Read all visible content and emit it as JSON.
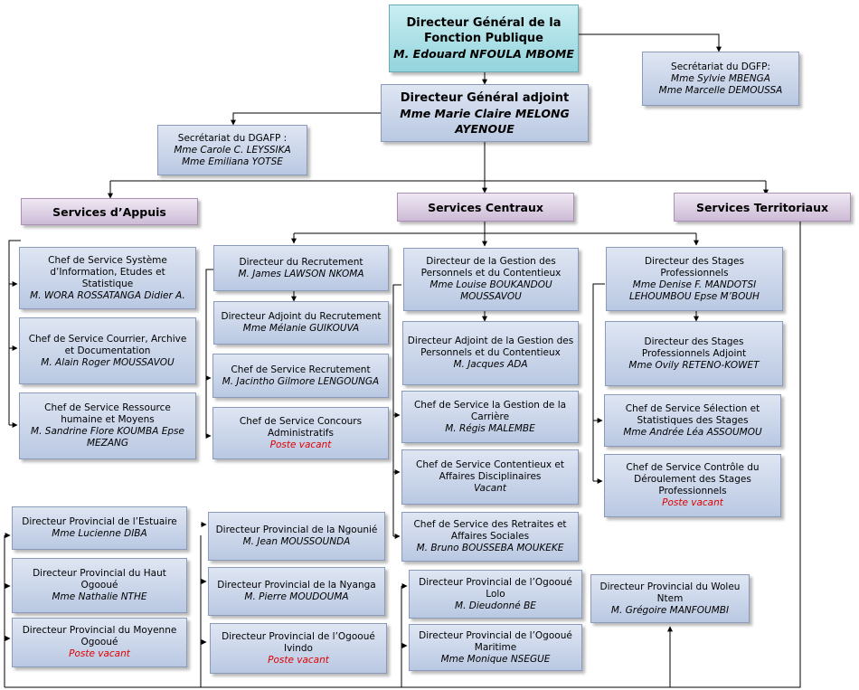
{
  "dg": {
    "title": "Directeur Général de la Fonction Publique",
    "name": "M. Edouard NFOULA MBOME"
  },
  "sec_dgfp": {
    "title": "Secrétariat du DGFP:",
    "names": [
      "Mme Sylvie MBENGA",
      "Mme Marcelle  DEMOUSSA"
    ]
  },
  "dga": {
    "title": "Directeur Général adjoint",
    "name": "Mme Marie Claire MELONG AYENOUE"
  },
  "sec_dgafp": {
    "title": "Secrétariat du DGAFP :",
    "names": [
      "Mme Carole C. LEYSSIKA",
      "Mme Emiliana  YOTSE"
    ]
  },
  "categories": {
    "appuis": "Services d’Appuis",
    "centraux": "Services Centraux",
    "territoriaux": "Services Territoriaux"
  },
  "appuis": [
    {
      "title": "Chef de Service Système d’Information, Etudes et Statistique",
      "name": "M. WORA ROSSATANGA Didier A."
    },
    {
      "title": "Chef de Service Courrier, Archive et Documentation",
      "name": "M. Alain Roger MOUSSAVOU"
    },
    {
      "title": "Chef de Service Ressource humaine et Moyens",
      "name": "M. Sandrine Flore KOUMBA Epse MEZANG"
    }
  ],
  "recrutement": {
    "director": {
      "title": "Directeur du Recrutement",
      "name": "M. James LAWSON NKOMA"
    },
    "adjoint": {
      "title": "Directeur Adjoint du Recrutement",
      "name": "Mme Mélanie GUIKOUVA"
    },
    "chef1": {
      "title": "Chef de Service Recrutement",
      "name": "M. Jacintho Gilmore LENGOUNGA"
    },
    "chef2": {
      "title": "Chef de Service Concours Administratifs",
      "name": "Poste vacant"
    }
  },
  "gestion": {
    "director": {
      "title": "Directeur de la Gestion des Personnels et du Contentieux",
      "name": "Mme Louise BOUKANDOU MOUSSAVOU"
    },
    "adjoint": {
      "title": "Directeur Adjoint de la Gestion des Personnels et du Contentieux",
      "name": "M. Jacques ADA"
    },
    "chef1": {
      "title": "Chef de Service la Gestion de la Carrière",
      "name": "M. Régis MALEMBE"
    },
    "chef2": {
      "title": "Chef de Service Contentieux et Affaires Disciplinaires",
      "name": "Vacant"
    },
    "chef3": {
      "title": "Chef de Service des Retraites et Affaires Sociales",
      "name": "M. Bruno BOUSSEBA MOUKEKE"
    }
  },
  "stages": {
    "director": {
      "title": "Directeur des Stages Professionnels",
      "name": "Mme Denise F. MANDOTSI LEHOUMBOU Epse M’BOUH"
    },
    "adjoint": {
      "title": "Directeur des Stages Professionnels Adjoint",
      "name": "Mme Ovily RETENO-KOWET"
    },
    "chef1": {
      "title": "Chef de Service Sélection et Statistiques des Stages",
      "name": "Mme Andrée Léa ASSOUMOU"
    },
    "chef2": {
      "title": "Chef de Service Contrôle du Déroulement des Stages Professionnels",
      "name": "Poste vacant"
    }
  },
  "provinces": [
    {
      "title": "Directeur Provincial de l’Estuaire",
      "name": "Mme Lucienne DIBA"
    },
    {
      "title": "Directeur Provincial du Haut Ogooué",
      "name": "Mme Nathalie NTHE"
    },
    {
      "title": "Directeur Provincial du Moyenne Ogooué",
      "name": "Poste vacant"
    },
    {
      "title": "Directeur Provincial de la Ngounié",
      "name": "M. Jean MOUSSOUNDA"
    },
    {
      "title": "Directeur Provincial de la Nyanga",
      "name": "M. Pierre MOUDOUMA"
    },
    {
      "title": "Directeur Provincial de l’Ogooué Ivindo",
      "name": "Poste vacant"
    },
    {
      "title": "Directeur Provincial de l’Ogooué Lolo",
      "name": "M. Dieudonné BE"
    },
    {
      "title": "Directeur Provincial de l’Ogooué Maritime",
      "name": "Mme Monique NSEGUE"
    },
    {
      "title": "Directeur Provincial du Woleu Ntem",
      "name": "M. Grégoire MANFOUMBI"
    }
  ],
  "colors": {
    "line": "#000000",
    "vacant": "#e00000",
    "box": "#c4d1e8",
    "top_box": "#aee0e6",
    "category_box": "#d9cbe0"
  }
}
